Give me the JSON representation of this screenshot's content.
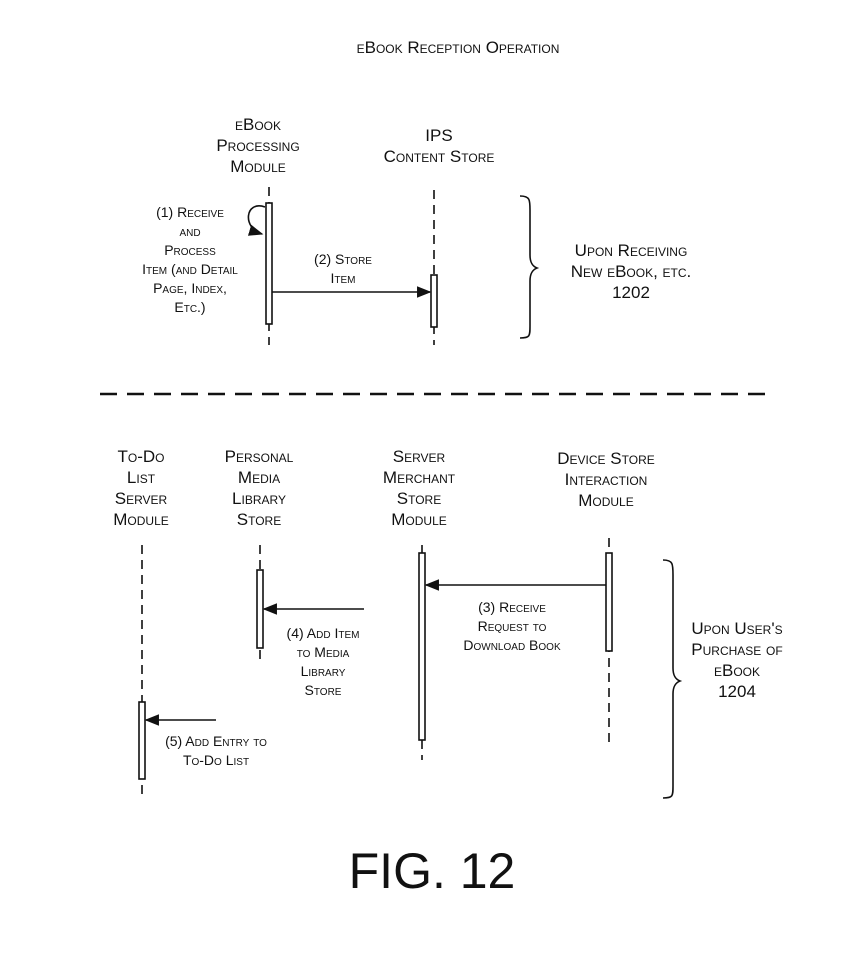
{
  "title": "eBook Reception Operation",
  "figure_label": "FIG. 12",
  "section1": {
    "lifelines": [
      {
        "name": "eBook Processing Module",
        "lines": [
          "eBook",
          "Processing",
          "Module"
        ]
      },
      {
        "name": "IPS Content Store",
        "lines": [
          "IPS",
          "Content Store"
        ]
      }
    ],
    "messages": [
      {
        "lines": [
          "(1) Receive",
          "and",
          "Process",
          "Item (and Detail",
          "Page, Index,",
          "Etc.)"
        ]
      },
      {
        "lines": [
          "(2) Store",
          "Item"
        ]
      }
    ],
    "brace_label": [
      "Upon Receiving",
      "New eBook, etc.",
      "1202"
    ]
  },
  "section2": {
    "lifelines": [
      {
        "name": "To-Do List Server Module",
        "lines": [
          "To-Do",
          "List",
          "Server",
          "Module"
        ]
      },
      {
        "name": "Personal Media Library Store",
        "lines": [
          "Personal",
          "Media",
          "Library",
          "Store"
        ]
      },
      {
        "name": "Server Merchant Store Module",
        "lines": [
          "Server",
          "Merchant",
          "Store",
          "Module"
        ]
      },
      {
        "name": "Device Store Interaction Module",
        "lines": [
          "Device Store",
          "Interaction",
          "Module"
        ]
      }
    ],
    "messages": [
      {
        "lines": [
          "(3) Receive",
          "Request to",
          "Download Book"
        ]
      },
      {
        "lines": [
          "(4) Add Item",
          "to Media",
          "Library",
          "Store"
        ]
      },
      {
        "lines": [
          "(5) Add Entry to",
          "To-Do List"
        ]
      }
    ],
    "brace_label": [
      "Upon User's",
      "Purchase of",
      "eBook",
      "1204"
    ]
  }
}
